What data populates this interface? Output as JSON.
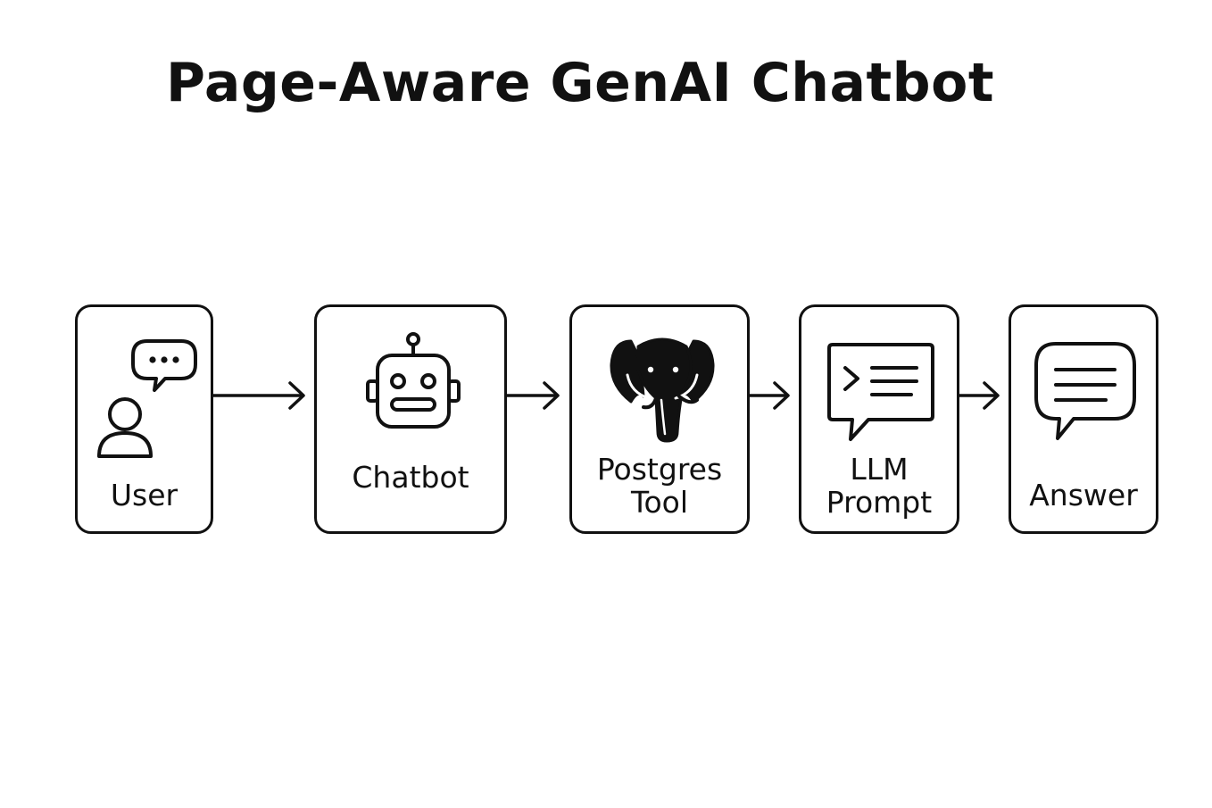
{
  "title": "Page-Aware GenAI Chatbot",
  "nodes": [
    {
      "label": "User",
      "icon": "user-chat-icon"
    },
    {
      "label": "Chatbot",
      "icon": "robot-icon"
    },
    {
      "label_lines": [
        "Postgres",
        "Tool"
      ],
      "icon": "postgres-elephant-icon"
    },
    {
      "label_lines": [
        "LLM",
        "Prompt"
      ],
      "icon": "terminal-prompt-icon"
    },
    {
      "label": "Answer",
      "icon": "chat-bubble-icon"
    }
  ],
  "colors": {
    "stroke": "#111111",
    "background": "#ffffff"
  }
}
